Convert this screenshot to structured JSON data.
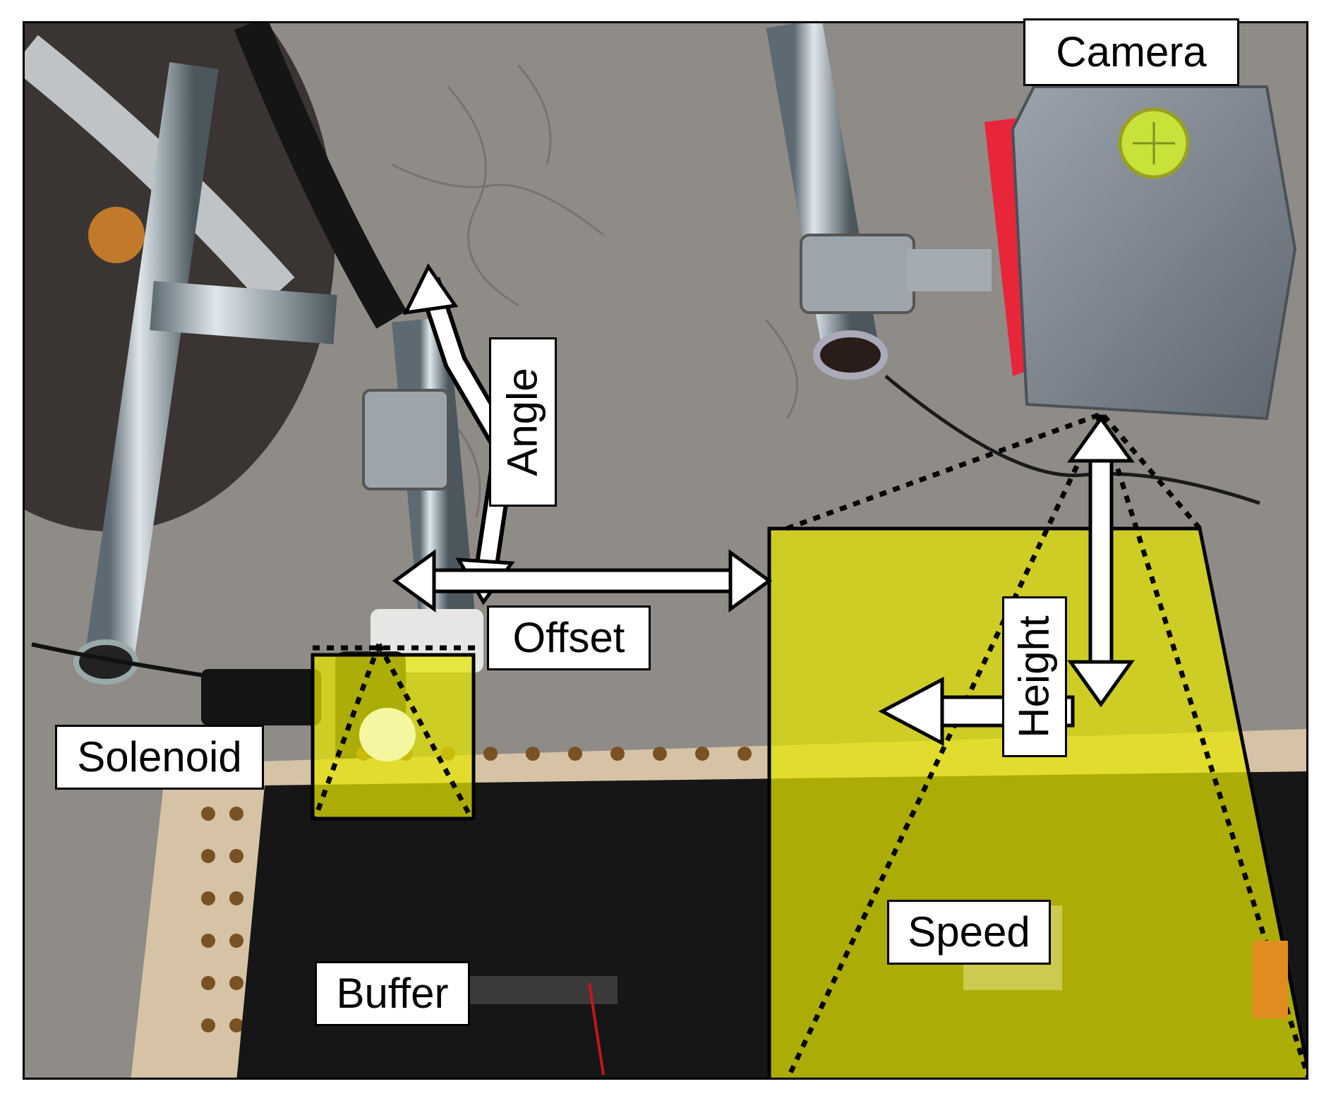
{
  "labels": {
    "camera": "Camera",
    "angle": "Angle",
    "offset": "Offset",
    "height": "Height",
    "solenoid": "Solenoid",
    "speed": "Speed",
    "buffer": "Buffer"
  },
  "colors": {
    "highlight": "#e6e600",
    "floor": "#8e8a86",
    "pipe": "#a9b4bb",
    "camera_box": "#7e878f",
    "bracket": "#e8263a",
    "conveyor": "#151515"
  }
}
